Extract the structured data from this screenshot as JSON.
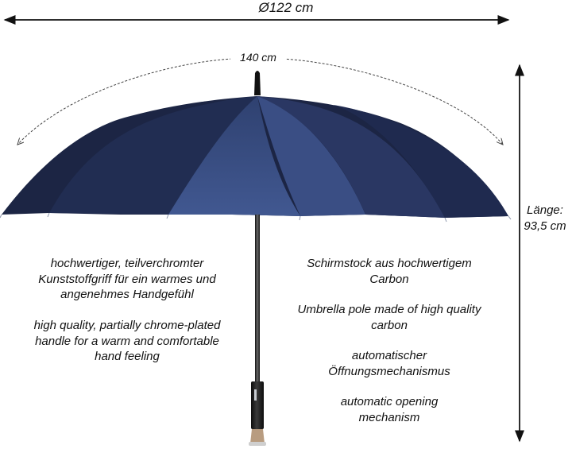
{
  "dimensions": {
    "diameter_label": "Ø122 cm",
    "arc_label": "140 cm",
    "length_label_line1": "Länge:",
    "length_label_line2": "93,5 cm"
  },
  "left_text": {
    "german": [
      "hochwertiger, teilverchromter",
      "Kunststoffgriff für ein warmes und",
      "angenehmes Handgefühl"
    ],
    "english": [
      "high quality, partially chrome-plated",
      "handle for a warm and comfortable",
      "hand feeling"
    ]
  },
  "right_text": {
    "pole_german": [
      "Schirmstock aus hochwertigem",
      "Carbon"
    ],
    "pole_english": [
      "Umbrella pole made of high quality",
      "carbon"
    ],
    "mechanism_german": [
      "automatischer",
      "Öffnungsmechanismus"
    ],
    "mechanism_english": [
      "automatic opening",
      "mechanism"
    ]
  },
  "colors": {
    "canopy_dark": "#1c2544",
    "canopy_mid": "#2a3763",
    "canopy_light": "#3f5485",
    "shaft": "#2a2a2a",
    "handle": "#1e1e1e"
  }
}
